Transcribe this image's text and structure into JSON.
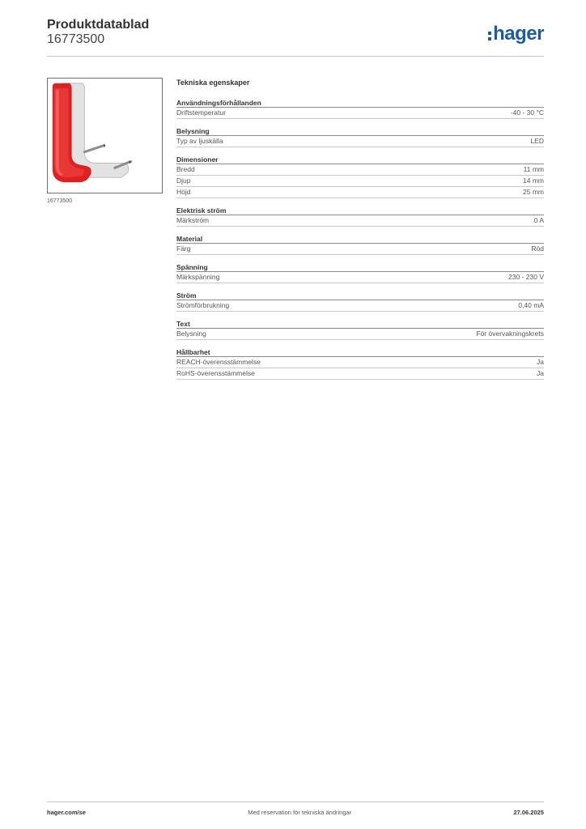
{
  "header": {
    "title": "Produktdatablad",
    "number": "16773500",
    "logo_text": "hager",
    "logo_color": "#1a5aa6"
  },
  "image": {
    "caption": "16773500",
    "accent_color": "#e02020"
  },
  "specs": {
    "title": "Tekniska egenskaper",
    "groups": [
      {
        "title": "Användningsförhållanden",
        "rows": [
          {
            "label": "Driftstemperatur",
            "value": "-40 - 30 °C"
          }
        ]
      },
      {
        "title": "Belysning",
        "rows": [
          {
            "label": "Typ av ljuskälla",
            "value": "LED"
          }
        ]
      },
      {
        "title": "Dimensioner",
        "rows": [
          {
            "label": "Bredd",
            "value": "11 mm"
          },
          {
            "label": "Djup",
            "value": "14 mm"
          },
          {
            "label": "Höjd",
            "value": "25 mm"
          }
        ]
      },
      {
        "title": "Elektrisk ström",
        "rows": [
          {
            "label": "Märkström",
            "value": "0 A"
          }
        ]
      },
      {
        "title": "Material",
        "rows": [
          {
            "label": "Färg",
            "value": "Röd"
          }
        ]
      },
      {
        "title": "Spänning",
        "rows": [
          {
            "label": "Märkspänning",
            "value": "230 - 230 V"
          }
        ]
      },
      {
        "title": "Ström",
        "rows": [
          {
            "label": "Strömförbrukning",
            "value": "0,40 mA"
          }
        ]
      },
      {
        "title": "Text",
        "rows": [
          {
            "label": "Belysning",
            "value": "För övervakningskrets"
          }
        ]
      },
      {
        "title": "Hållbarhet",
        "rows": [
          {
            "label": "REACH-överensstämmelse",
            "value": "Ja"
          },
          {
            "label": "RoHS-överensstämmelse",
            "value": "Ja"
          }
        ]
      }
    ]
  },
  "footer": {
    "site": "hager.com/se",
    "note": "Med reservation för tekniska ändringar",
    "date": "27.06.2025"
  }
}
